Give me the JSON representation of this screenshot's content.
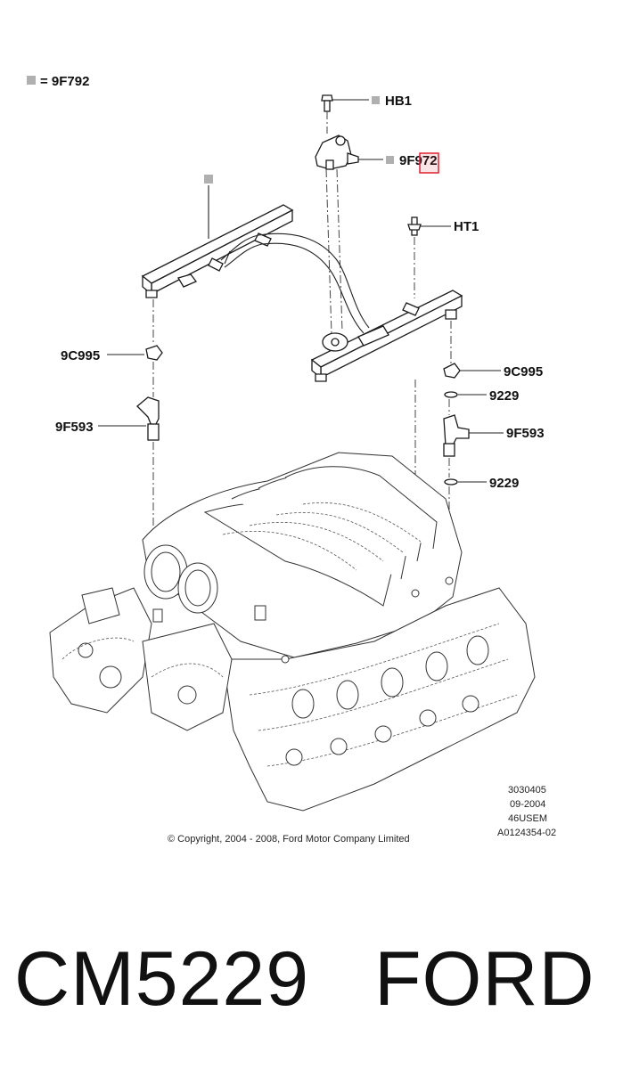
{
  "legend": {
    "text": "= 9F792",
    "swatch_color": "#b0b0b0"
  },
  "callouts": {
    "hb1": "HB1",
    "sensor": "9F972",
    "ht1": "HT1",
    "clip_left": "9C995",
    "clip_right": "9C995",
    "injector_left": "9F593",
    "injector_right": "9F593",
    "oring_upper": "9229",
    "oring_lower": "9229"
  },
  "highlight_color": "#e02030",
  "info": {
    "code": "3030405",
    "date": "09-2004",
    "engine": "46USEM",
    "ref": "A0124354-02"
  },
  "copyright": "© Copyright, 2004 - 2008, Ford Motor Company Limited",
  "footer": {
    "part_number": "CM5229",
    "brand": "FORD"
  }
}
